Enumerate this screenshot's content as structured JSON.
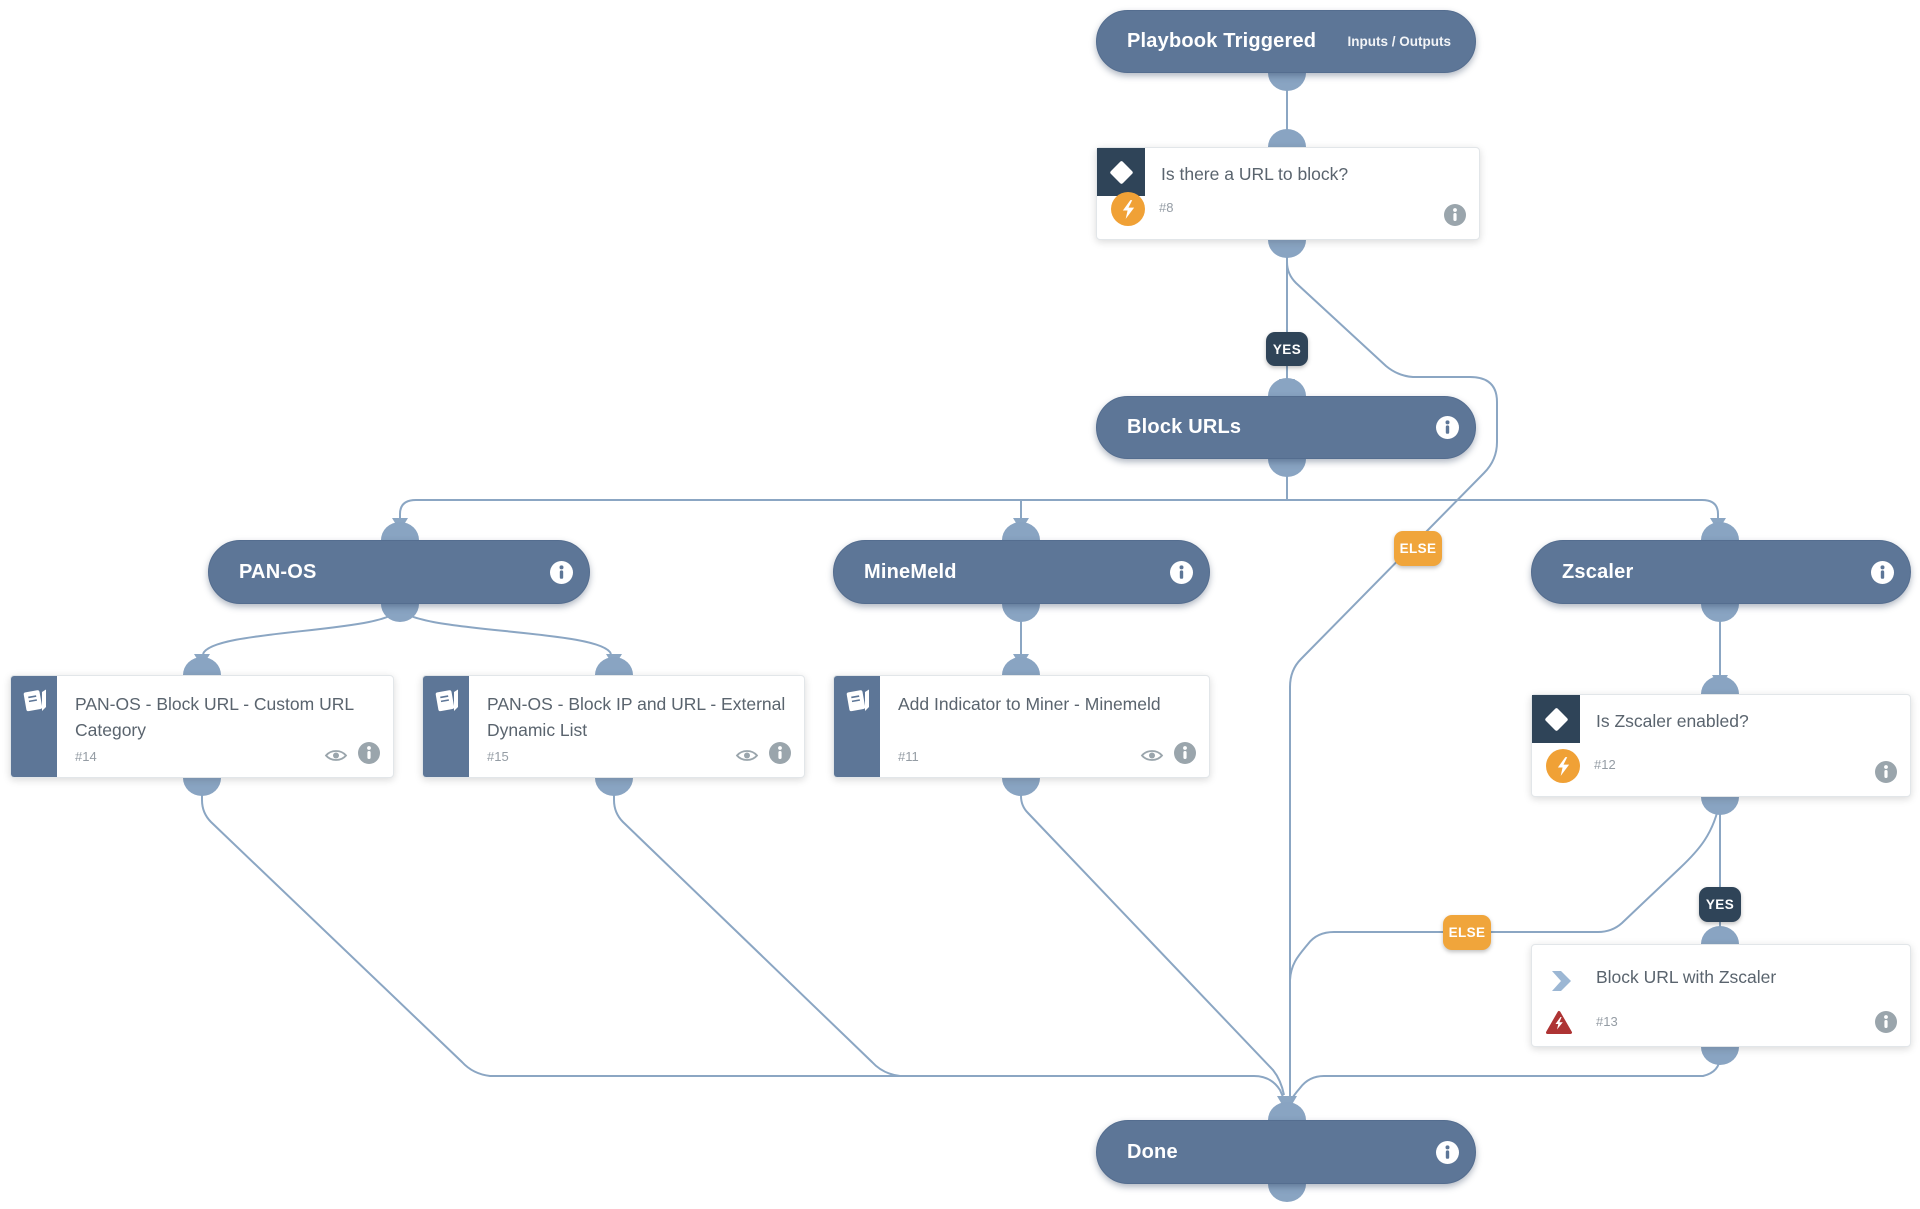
{
  "app": {
    "name": "Playbook workflow canvas"
  },
  "colors": {
    "node_blue": "#5d7697",
    "navy": "#2f4458",
    "orange": "#f0a53b",
    "red": "#ae3434",
    "edge": "#8ba6c3",
    "card_title_gray": "#5a646e"
  },
  "icons": {
    "info": "info-circle-icon",
    "eye": "eye-preview-icon",
    "book": "playbook-book-icon",
    "diamond": "condition-diamond-icon",
    "bolt": "automation-bolt-icon",
    "chevron": "manual-task-chevron-icon",
    "warning": "error-triangle-icon"
  },
  "nodes": {
    "playbook_triggered": {
      "title": "Playbook Triggered",
      "right_label": "Inputs / Outputs"
    },
    "cond_url": {
      "title": "Is there a URL to block?",
      "id": "#8"
    },
    "block_urls": {
      "title": "Block URLs"
    },
    "pan_os": {
      "title": "PAN-OS"
    },
    "minemeld": {
      "title": "MineMeld"
    },
    "zscaler": {
      "title": "Zscaler"
    },
    "task_block_url_custom": {
      "title": "PAN-OS - Block URL - Custom URL Category",
      "id": "#14"
    },
    "task_block_ip_url_edl": {
      "title": "PAN-OS - Block IP and URL - External Dynamic List",
      "id": "#15"
    },
    "task_add_indicator": {
      "title": "Add Indicator to Miner - Minemeld",
      "id": "#11"
    },
    "cond_zscaler": {
      "title": "Is Zscaler enabled?",
      "id": "#12"
    },
    "task_block_url_zscaler": {
      "title": "Block URL with Zscaler",
      "id": "#13"
    },
    "done": {
      "title": "Done"
    }
  },
  "badges": {
    "yes_url": "YES",
    "else_url": "ELSE",
    "yes_zscaler": "YES",
    "else_zscaler": "ELSE"
  }
}
